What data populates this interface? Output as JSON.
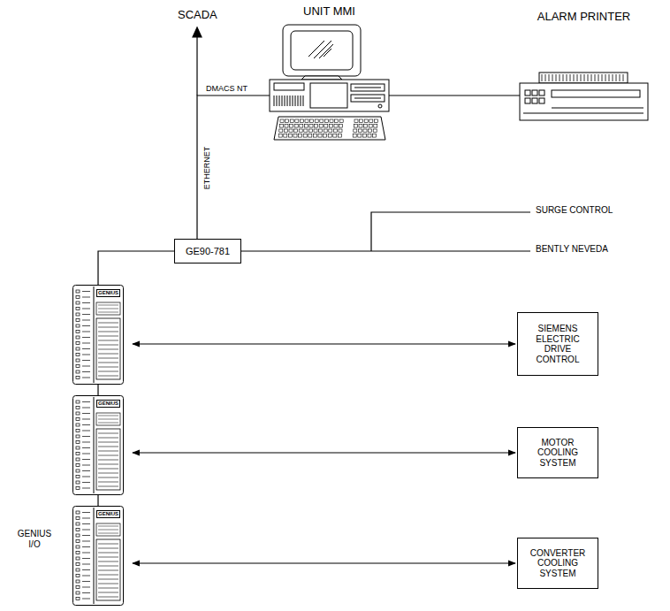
{
  "diagram": {
    "nodes": [
      {
        "text": [
          "UNIT MMI"
        ]
      },
      {
        "text": [
          "ALARM PRINTER"
        ]
      },
      {
        "text": [
          "GE90-781"
        ]
      },
      {
        "text": [
          "GENIUS"
        ]
      },
      {
        "text": [
          "GENIUS"
        ]
      },
      {
        "text": [
          "GENIUS"
        ]
      },
      {
        "text": [
          "SIEMENS ELECTRIC DRIVE CONTROL"
        ]
      },
      {
        "text": [
          "MOTOR COOLING SYSTEM"
        ]
      },
      {
        "text": [
          "CONVERTER COOLING SYSTEM"
        ]
      }
    ],
    "edges": [
      {
        "from": 2,
        "to": 0,
        "arrow": "none",
        "label": "ETHERNET"
      },
      {
        "from": 0,
        "to": 1,
        "arrow": "none"
      },
      {
        "from": 2,
        "to": 3,
        "arrow": "none"
      },
      {
        "from": 3,
        "to": 4,
        "arrow": "none"
      },
      {
        "from": 4,
        "to": 5,
        "arrow": "none"
      },
      {
        "from": 3,
        "to": 6,
        "arrow": "both"
      },
      {
        "from": 4,
        "to": 7,
        "arrow": "both"
      },
      {
        "from": 5,
        "to": 8,
        "arrow": "both"
      }
    ],
    "labels": [
      "SCADA",
      "DMACS NT",
      "SURGE CONTROL",
      "BENTLY NEVEDA",
      "GENIUS I/O"
    ]
  }
}
